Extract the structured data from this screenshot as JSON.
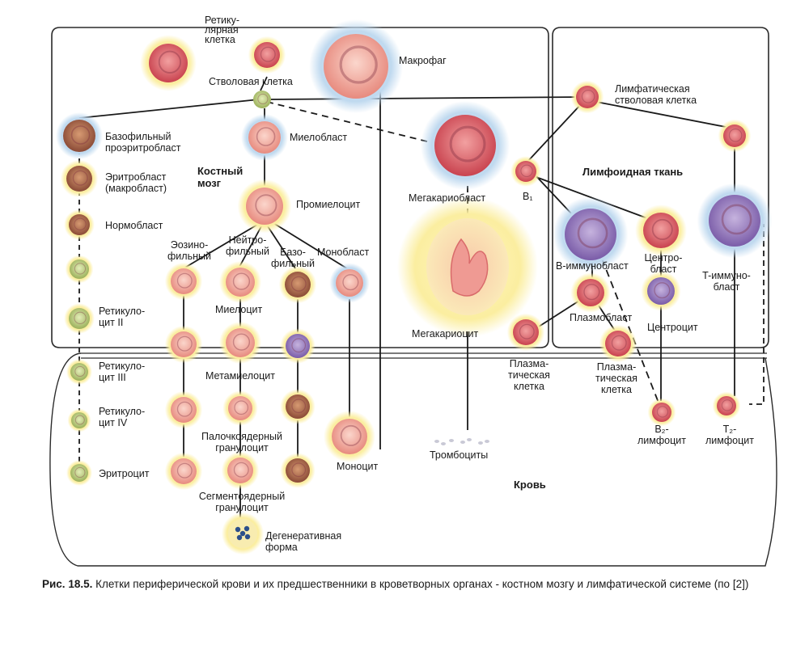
{
  "regions": {
    "bone_marrow": "Костный\nмозг",
    "lymphoid": "Лимфоидная ткань",
    "blood": "Кровь"
  },
  "cells": {
    "reticular": "Ретику-\nлярная\nклетка",
    "stem": "Стволовая  клетка",
    "macrophage": "Макрофаг",
    "lymph_stem": "Лимфатическая\nстволовая клетка",
    "baso_proerythro": "Базофильный\nпроэритробласт",
    "erythroblast": "Эритробласт\n(макробласт)",
    "normoblast": "Нормобласт",
    "retic2": "Ретикуло-\nцит II",
    "retic3": "Ретикуло-\nцит III",
    "retic4": "Ретикуло-\nцит IV",
    "erythrocyte": "Эритроцит",
    "myeloblast": "Миелобласт",
    "promyelocyte": "Промиелоцит",
    "eosino": "Эозино-\nфильный",
    "neutro": "Нейтро-\nфильный",
    "baso": "Базо-\nфильный",
    "monoblast": "Монобласт",
    "myelocyte": "Миелоцит",
    "metamyelocyte": "Метамиелоцит",
    "band": "Палочкоядерный\nгранулоцит",
    "segmented": "Сегментоядерный\nгранулоцит",
    "degenerative": "Дегенеративная\nформа",
    "monocyte": "Моноцит",
    "megakaryoblast": "Мегакариобласт",
    "megakaryocyte": "Мегакариоцит",
    "platelets": "Тромбоциты",
    "b1": "B₁",
    "b_immunoblast": "B-иммунобласт",
    "centroblast": "Центро-\nбласт",
    "plasmoblast": "Плазмобласт",
    "centrocyte": "Центроцит",
    "plasma1": "Плазма-\nтическая\nклетка",
    "plasma2": "Плазма-\nтическая\nклетка",
    "t_immunoblast": "T-иммуно-\nбласт",
    "b2": "B₂-\nлимфоцит",
    "t2": "T₂-\nлимфоцит"
  },
  "caption": {
    "prefix": "Рис. 18.5.",
    "text": " Клетки периферической крови и их предшественники в кроветворных органах - костном мозгу и лимфатической системе (по [2])"
  },
  "colors": {
    "line": "#1a1a1a",
    "border": "#2a2a2a",
    "halo_yellow": "#fbf3b4",
    "halo_blue": "#cfe3f2",
    "cell_red": "#d9555f",
    "cell_purple": "#8a6fb0"
  }
}
